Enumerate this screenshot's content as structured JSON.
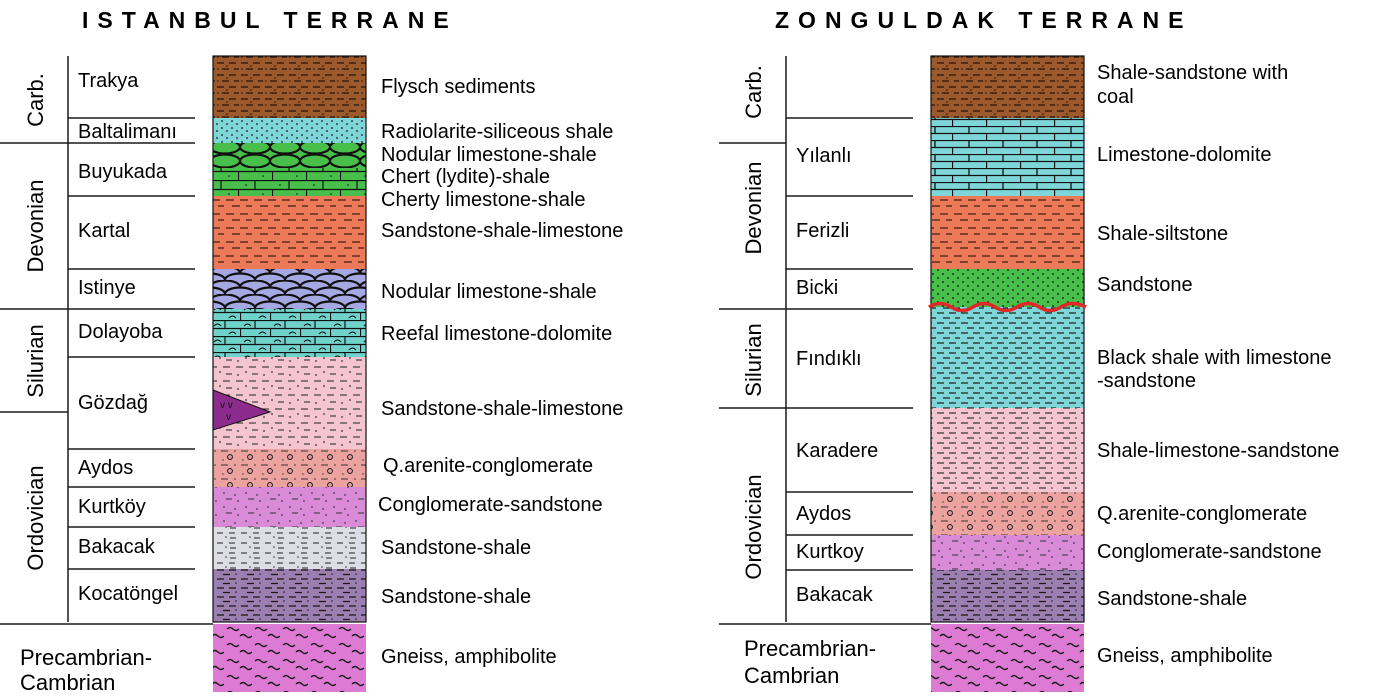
{
  "left": {
    "title": "ISTANBUL TERRANE",
    "periods": [
      "Carb.",
      "Devonian",
      "Silurian",
      "Ordovician",
      "Precambrian-",
      "Cambrian"
    ],
    "units": [
      "Trakya",
      "Baltalimanı",
      "Buyukada",
      "Kartal",
      "Istinye",
      "Dolayoba",
      "Gözdağ",
      "Aydos",
      "Kurtköy",
      "Bakacak",
      "Kocatöngel"
    ],
    "lithologies": [
      "Flysch sediments",
      "Radiolarite-siliceous shale",
      "Nodular limestone-shale",
      "Chert (lydite)-shale",
      "Cherty limestone-shale",
      "Sandstone-shale-limestone",
      "Nodular limestone-shale",
      "Reefal limestone-dolomite",
      "Sandstone-shale-limestone",
      "Q.arenite-conglomerate",
      "Conglomerate-sandstone",
      "Sandstone-shale",
      "Sandstone-shale",
      "Gneiss, amphibolite"
    ]
  },
  "right": {
    "title": "ZONGULDAK TERRANE",
    "periods": [
      "Carb.",
      "Devonian",
      "Silurian",
      "Ordovician",
      "Precambrian-",
      "Cambrian"
    ],
    "units": [
      "Yılanlı",
      "Ferizli",
      "Bicki",
      "Fındıklı",
      "Karadere",
      "Aydos",
      "Kurtkoy",
      "Bakacak"
    ],
    "lithologies": [
      "Shale-sandstone with",
      "coal",
      "Limestone-dolomite",
      "Shale-siltstone",
      "Sandstone",
      "Black shale with limestone",
      "-sandstone",
      "Shale-limestone-sandstone",
      "Q.arenite-conglomerate",
      "Conglomerate-sandstone",
      "Sandstone-shale",
      "Gneiss, amphibolite"
    ]
  },
  "colors": {
    "flysch_brown": "#9c5a2c",
    "radiolarite_cyan": "#7fd6d8",
    "nodular_black": "#1a1a1a",
    "limestone_green": "#48bf4a",
    "sandstone_orange": "#ec7a58",
    "nodular_lavender": "#a6a8e4",
    "reefal_teal": "#6fd3cb",
    "sandstone_pink": "#f4c5d0",
    "quartzite_salmon": "#eca3a0",
    "conglomerate_magenta": "#d98bd8",
    "sandstone_grey": "#dddde6",
    "shale_purple": "#9b7fb0",
    "gneiss_pink": "#dd7bd4",
    "volcanic_purple": "#8b2c8c",
    "unconformity_red": "#e02828"
  }
}
